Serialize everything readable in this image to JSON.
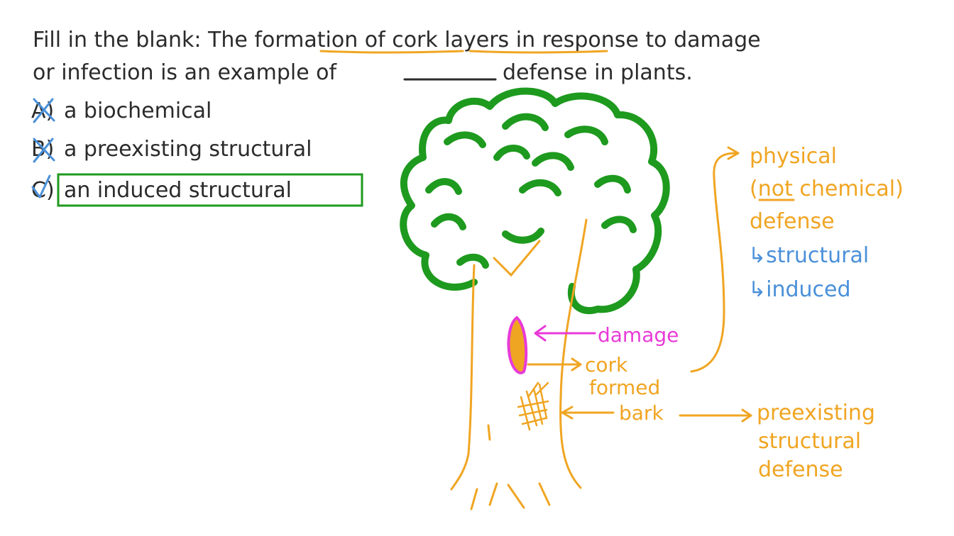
{
  "question": {
    "line1_prefix": "Fill in the blank: The ",
    "line1_formation": "formation of",
    "line1_gap": " ",
    "line1_cork": "cork layers",
    "line1_suffix": " in response to damage",
    "line2_prefix": "or infection is an example of",
    "line2_suffix": "defense in plants."
  },
  "options": [
    {
      "marker": "A)",
      "text": "a biochemical",
      "status": "crossed"
    },
    {
      "marker": "B)",
      "text": "a preexisting structural",
      "status": "crossed"
    },
    {
      "marker": "C)",
      "text": "an induced structural",
      "status": "correct"
    }
  ],
  "annotations": {
    "damage": "damage",
    "cork_line1": "cork",
    "cork_line2": "formed",
    "bark": "bark",
    "physical": "physical",
    "not_open": "(",
    "not_word": "not",
    "not_rest": " chemical)",
    "defense": "defense",
    "structural": "↳structural",
    "induced": "↳induced",
    "pre_line1": "preexisting",
    "pre_line2": "structural",
    "pre_line3": "defense"
  },
  "colors": {
    "ink": "#2b2b2b",
    "orange": "#f0a522",
    "green": "#1e9a1e",
    "magenta": "#e83ad8",
    "blue": "#4a90d9"
  }
}
